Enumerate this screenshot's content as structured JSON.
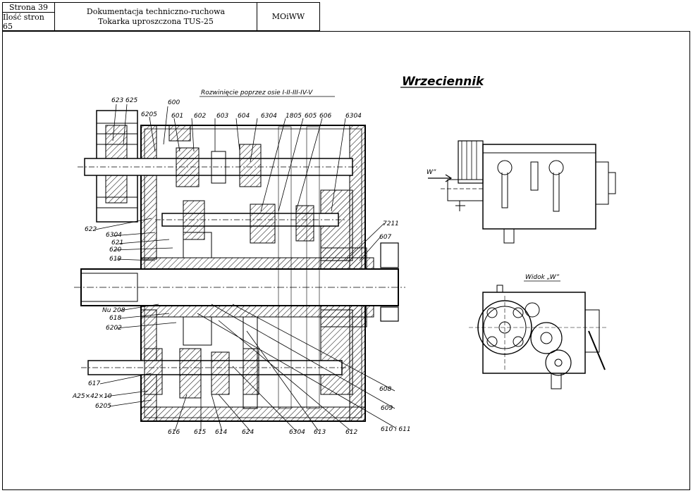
{
  "header": {
    "page_label": "Strona 39",
    "page_count_label": "Ilość stron 65",
    "doc_title": "Dokumentacja techniczno-ruchowa",
    "doc_subtitle": "Tokarka uproszczona TUS-25",
    "org_code": "MOiWW"
  },
  "drawing": {
    "title": "Wrzeciennik",
    "section_caption": "Rozwinięcie poprzez osie I-II-III-IV-V",
    "view_caption": "Widok „W”",
    "view_arrow_label": "W”",
    "top_labels": [
      "623",
      "625",
      "6205",
      "600",
      "601",
      "602",
      "603",
      "604",
      "6304",
      "1805",
      "605",
      "606",
      "6304"
    ],
    "left_labels": [
      "622",
      "6304",
      "621",
      "620",
      "619",
      "Nu 208",
      "618",
      "6202",
      "617",
      "A25×42×10",
      "6205"
    ],
    "right_labels": [
      "7211",
      "607",
      "608",
      "609",
      "610 i 611"
    ],
    "bottom_labels": [
      "616",
      "615",
      "614",
      "624",
      "6304",
      "613",
      "612"
    ]
  }
}
